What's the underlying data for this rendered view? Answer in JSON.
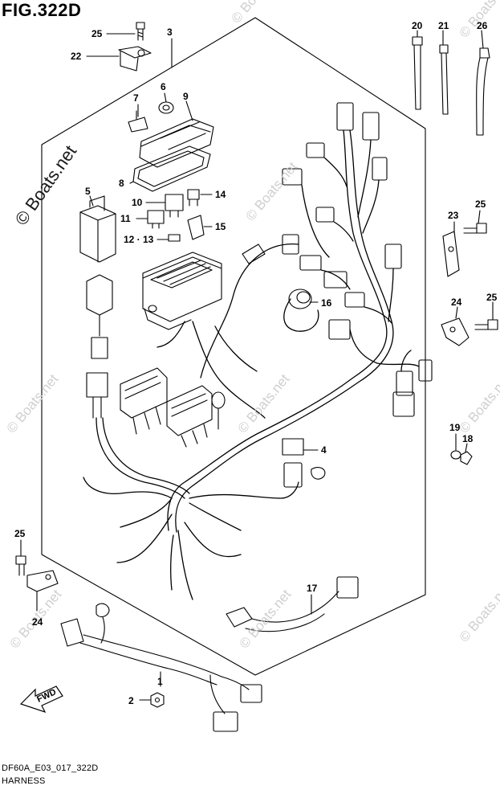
{
  "figure": {
    "title": "FIG.322D",
    "footer_code": "DF60A_E03_017_322D",
    "footer_name": "HARNESS"
  },
  "watermark": {
    "main": "© Boats.net",
    "faint": "© Boats.net"
  },
  "direction_arrow_label": "FWD",
  "callouts": {
    "c25a": "25",
    "c22": "22",
    "c3": "3",
    "c7": "7",
    "c6": "6",
    "c9": "9",
    "c8": "8",
    "c5": "5",
    "c10": "10",
    "c14": "14",
    "c11": "11",
    "c15": "15",
    "c1213": "12 · 13",
    "c16": "16",
    "c20": "20",
    "c21": "21",
    "c26": "26",
    "c23": "23",
    "c25b": "25",
    "c24a": "24",
    "c25c": "25",
    "c19": "19",
    "c18": "18",
    "c4": "4",
    "c25d": "25",
    "c24b": "24",
    "c17": "17",
    "c1": "1",
    "c2": "2"
  }
}
